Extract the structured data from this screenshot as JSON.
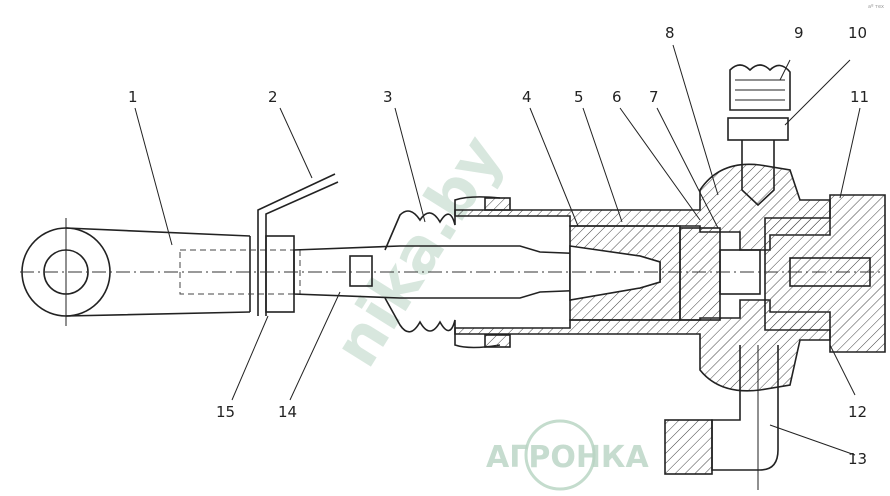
{
  "corner_note": "аº тех",
  "callouts": [
    "1",
    "2",
    "3",
    "4",
    "5",
    "6",
    "7",
    "8",
    "9",
    "10",
    "11",
    "12",
    "13",
    "14",
    "15"
  ],
  "watermarks": {
    "site": "nika.by",
    "logo": "АГРОНКА"
  }
}
